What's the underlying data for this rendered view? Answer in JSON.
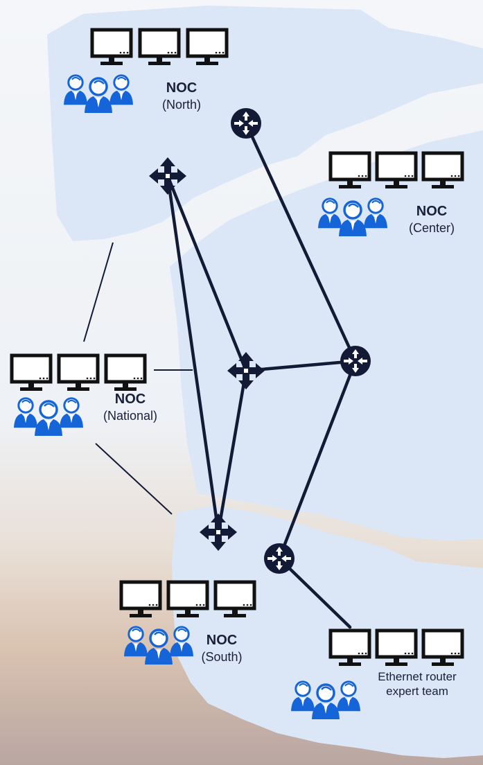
{
  "colors": {
    "region_fill": "#dbe6f7",
    "line": "#121a35",
    "node": "#121a35",
    "monitor": "#111111",
    "people": "#1565d8"
  },
  "icons": [
    "monitor-icon",
    "people-group-icon",
    "router-icon",
    "switch-icon"
  ],
  "labels": {
    "noc_north": {
      "title": "NOC",
      "subtitle": "(North)"
    },
    "noc_center": {
      "title": "NOC",
      "subtitle": "(Center)"
    },
    "noc_national": {
      "title": "NOC",
      "subtitle": "(National)"
    },
    "noc_south": {
      "title": "NOC",
      "subtitle": "(South)"
    },
    "expert_team": {
      "line1": "Ethernet router",
      "line2": "expert team"
    }
  }
}
